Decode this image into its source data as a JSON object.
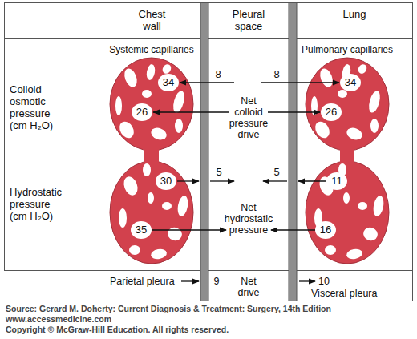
{
  "diagram": {
    "nodes": [
      {
        "text": [
          "Systemic capillaries"
        ]
      },
      {
        "text": [
          "34"
        ],
        "in": 0
      },
      {
        "text": [
          "26"
        ],
        "in": 0
      },
      {
        "text": [
          "30"
        ],
        "in": 0
      },
      {
        "text": [
          "35"
        ],
        "in": 0
      },
      {
        "text": [
          "Pulmonary capillaries"
        ]
      },
      {
        "text": [
          "34"
        ],
        "in": 5
      },
      {
        "text": [
          "26"
        ],
        "in": 5
      },
      {
        "text": [
          "11"
        ],
        "in": 5
      },
      {
        "text": [
          "16"
        ],
        "in": 5
      }
    ],
    "labels": [
      "Chest wall",
      "Pleural space",
      "Lung",
      "Colloid osmotic pressure (cm H₂O)",
      "8",
      "8",
      "Net colloid pressure drive",
      "Hydrostatic pressure (cm H₂O)",
      "5",
      "5",
      "Net hydrostatic pressure",
      "Parietal pleura",
      "9",
      "Net drive",
      "10",
      "Visceral pleura",
      "Source: Gerard M. Doherty: Current Diagnosis & Treatment: Surgery, 14th Edition",
      "www.accessmedicine.com",
      "Copyright © McGraw-Hill Education. All rights reserved."
    ]
  }
}
